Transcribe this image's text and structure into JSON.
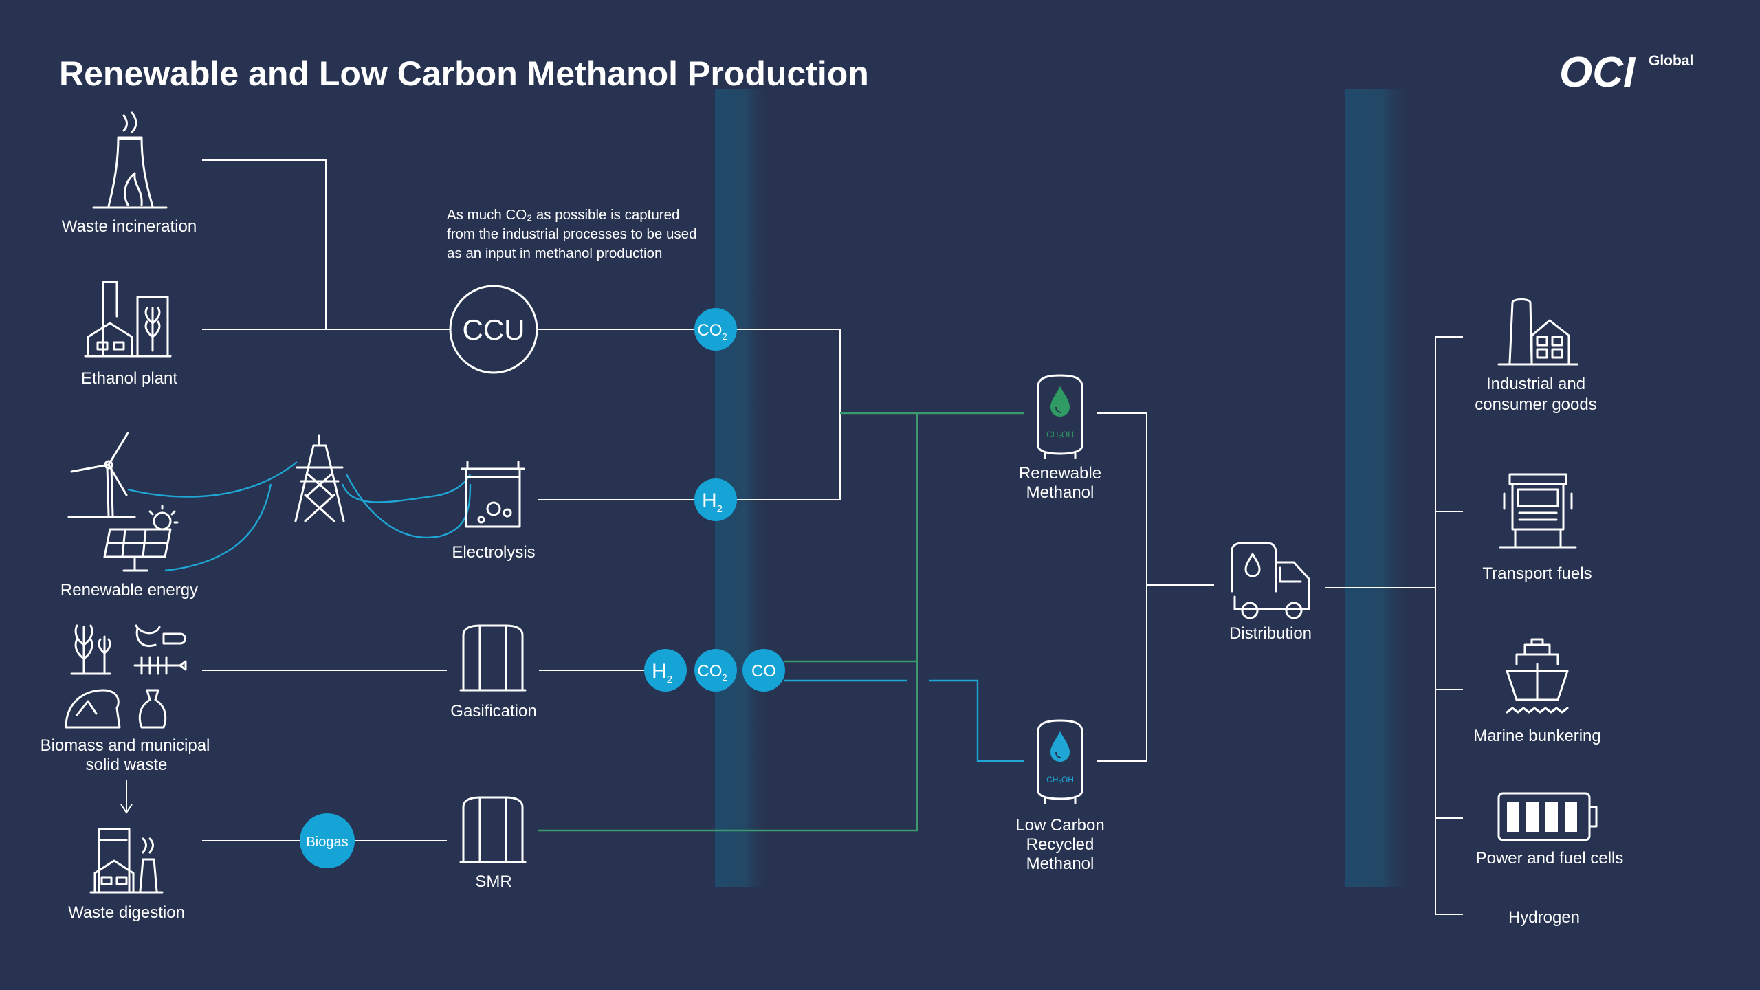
{
  "title": "Renewable and Low Carbon Methanol Production",
  "logo": {
    "mark": "OCI",
    "suffix": "Global"
  },
  "note": [
    "As much CO₂ as possible is captured",
    "from the industrial processes to be used",
    "as an input in methanol production"
  ],
  "sources": {
    "waste_incineration": "Waste incineration",
    "ethanol_plant": "Ethanol plant",
    "renewable_energy": "Renewable energy",
    "biomass": [
      "Biomass and municipal",
      "solid waste"
    ],
    "waste_digestion": "Waste digestion"
  },
  "processes": {
    "ccu": "CCU",
    "electrolysis": "Electrolysis",
    "gasification": "Gasification",
    "smr": "SMR",
    "biogas": "Biogas"
  },
  "molecules": {
    "co2": "CO",
    "co2_sub": "2",
    "h2": "H",
    "h2_sub": "2",
    "co": "CO"
  },
  "products": {
    "renewable": [
      "Renewable",
      "Methanol"
    ],
    "low_carbon": [
      "Low Carbon",
      "Recycled",
      "Methanol"
    ],
    "tank_label_formula": "CH",
    "tank_label_sub": "3",
    "tank_label_end": "OH",
    "distribution": "Distribution"
  },
  "uses": {
    "industrial": [
      "Industrial and",
      "consumer goods"
    ],
    "transport": "Transport fuels",
    "marine": "Marine bunkering",
    "power": "Power and fuel cells",
    "hydrogen": "Hydrogen"
  },
  "colors": {
    "background": "#273350",
    "bubble": "#16a3d6",
    "green_line": "#3a9a6e",
    "blue_line": "#1fa6d4",
    "green_drop": "#2f9a63",
    "blue_drop": "#1fa6d4"
  }
}
